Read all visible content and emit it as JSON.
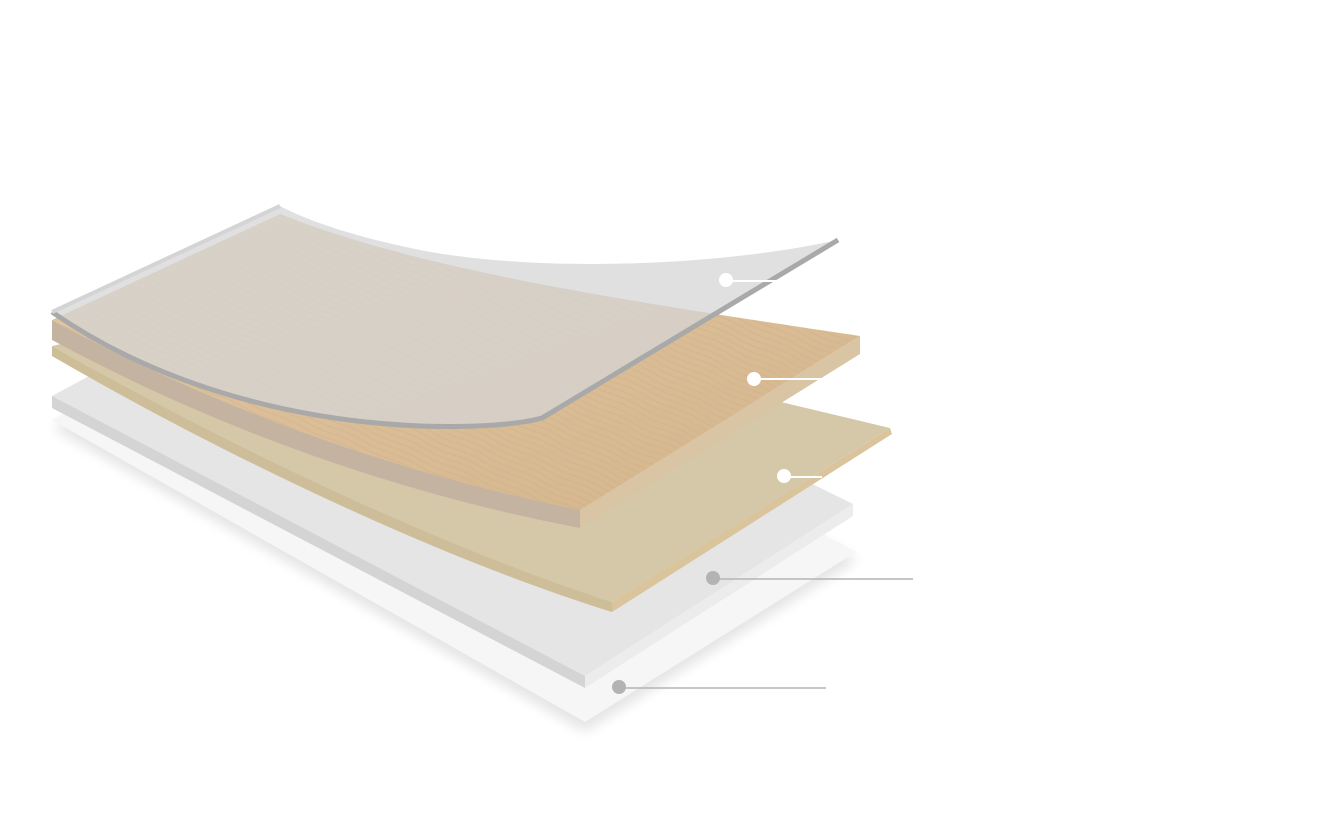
{
  "diagram": {
    "layers": [
      {
        "id": "protective-coating",
        "fill_color": "#d6d6d6",
        "edge_color": "#a9a9a9"
      },
      {
        "id": "wood-veneer",
        "fill_color": "#d8bc96",
        "edge_color": "#c4b3a0"
      },
      {
        "id": "core-board",
        "fill_color": "#d5c8a8",
        "edge_color": "#d9c49c"
      },
      {
        "id": "underlay",
        "fill_color": "#e5e5e5",
        "edge_color": "#d4d4d4"
      },
      {
        "id": "base-sheet",
        "fill_color": "#f6f6f6",
        "edge_color": "#ececec"
      }
    ],
    "callouts": [
      {
        "layer": "protective-coating",
        "marker_color": "#ffffff"
      },
      {
        "layer": "wood-veneer",
        "marker_color": "#ffffff"
      },
      {
        "layer": "core-board",
        "marker_color": "#ffffff"
      },
      {
        "layer": "underlay",
        "marker_color": "#b3b3b3"
      },
      {
        "layer": "base-sheet",
        "marker_color": "#b3b3b3"
      }
    ]
  }
}
